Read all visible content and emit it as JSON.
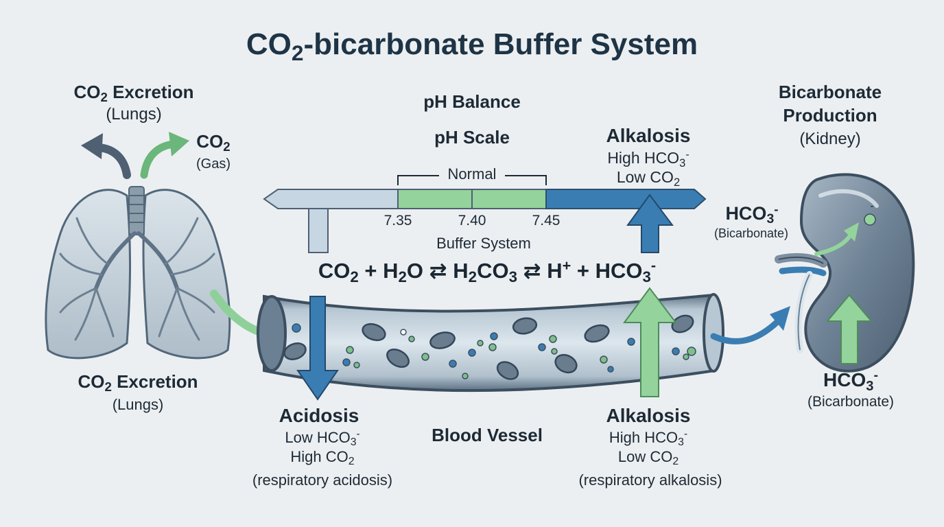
{
  "title": {
    "pre": "CO",
    "sub": "2",
    "post": "-bicarbonate Buffer System"
  },
  "lungs": {
    "top_label": {
      "pre": "CO",
      "sub": "2",
      "post": " Excretion"
    },
    "top_sub": "(Lungs)",
    "gas_label": {
      "pre": "CO",
      "sub": "2"
    },
    "gas_sub": "(Gas)",
    "bottom_label": {
      "pre": "CO",
      "sub": "2",
      "post": " Excretion"
    },
    "bottom_sub": "(Lungs)"
  },
  "ph": {
    "balance": "pH Balance",
    "scale": "pH Scale",
    "normal": "Normal",
    "ticks": [
      "7.35",
      "7.40",
      "7.45"
    ],
    "buffer_system": "Buffer System"
  },
  "equation": {
    "co": "CO",
    "two_a": "2",
    "plus_a": " + H",
    "two_b": "2",
    "o": "O",
    "arrow_a": "⇄",
    "h": " H",
    "two_c": "2",
    "co_b": "CO",
    "three_a": "3",
    "arrow_b": "⇄",
    "hh": " H",
    "plus_sup": "+",
    "plus_b": " + HCO",
    "three_b": "3",
    "minus": "-"
  },
  "alkalosis_top": {
    "title": "Alkalosis",
    "line1": {
      "pre": "High HCO",
      "sub": "3",
      "sup": "-"
    },
    "line2": {
      "pre": "Low CO",
      "sub": "2"
    }
  },
  "acidosis": {
    "title": "Acidosis",
    "line1": {
      "pre": "Low HCO",
      "sub": "3",
      "sup": "-"
    },
    "line2": {
      "pre": "High CO",
      "sub": "2"
    },
    "note": "(respiratory acidosis)"
  },
  "alkalosis_bottom": {
    "title": "Alkalosis",
    "line1": {
      "pre": "High HCO",
      "sub": "3",
      "sup": "-"
    },
    "line2": {
      "pre": "Low CO",
      "sub": "2"
    },
    "note": "(respiratory alkalosis)"
  },
  "vessel_label": "Blood Vessel",
  "kidney": {
    "title1": "Bicarbonate",
    "title2": "Production",
    "sub": "(Kidney)",
    "hco3_top": {
      "pre": "HCO",
      "sub": "3",
      "sup": "-"
    },
    "hco3_top_sub": "(Bicarbonate)",
    "hco3_bottom": {
      "pre": "HCO",
      "sub": "3",
      "sup": "-"
    },
    "hco3_bottom_sub": "(Bicarbonate)",
    "minus_mark": "-"
  },
  "colors": {
    "dark_blue": "#3a7db3",
    "green": "#94d39c",
    "pale_blue": "#c6d6e2",
    "text": "#1d2a36",
    "organ": "#7d8fa0"
  }
}
